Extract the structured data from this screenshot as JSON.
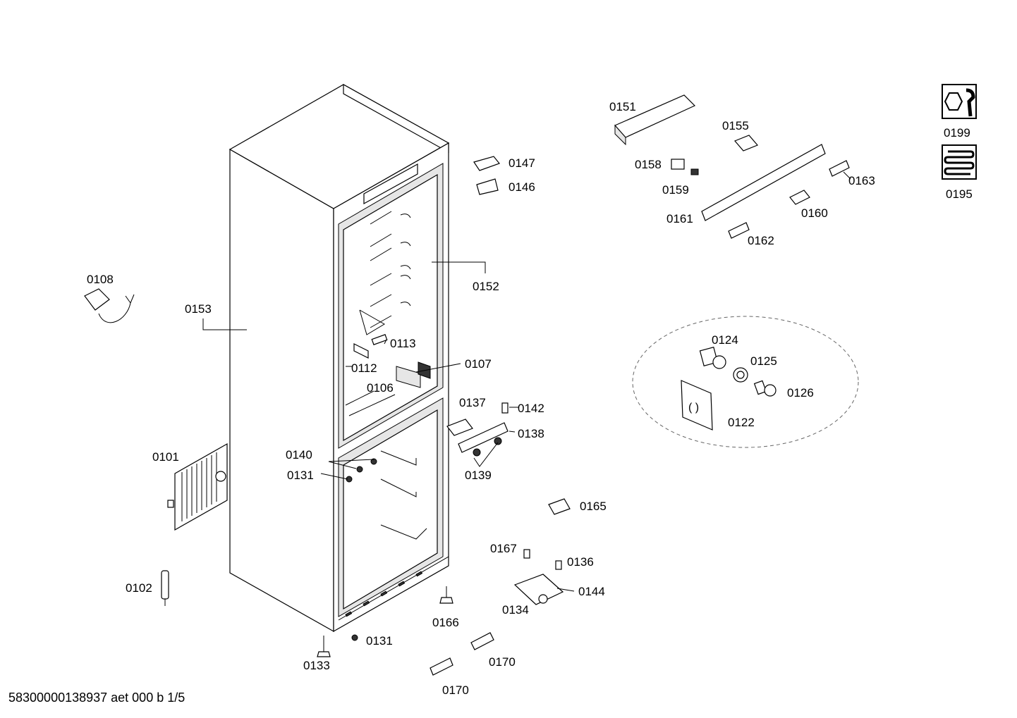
{
  "labels": {
    "p0101": "0101",
    "p0102": "0102",
    "p0106": "0106",
    "p0107": "0107",
    "p0108": "0108",
    "p0112": "0112",
    "p0113": "0113",
    "p0122": "0122",
    "p0124": "0124",
    "p0125": "0125",
    "p0126": "0126",
    "p0131a": "0131",
    "p0131b": "0131",
    "p0133": "0133",
    "p0134": "0134",
    "p0136": "0136",
    "p0137": "0137",
    "p0138": "0138",
    "p0139": "0139",
    "p0140": "0140",
    "p0142": "0142",
    "p0144": "0144",
    "p0146": "0146",
    "p0147": "0147",
    "p0151": "0151",
    "p0152": "0152",
    "p0153": "0153",
    "p0155": "0155",
    "p0158": "0158",
    "p0159": "0159",
    "p0160": "0160",
    "p0161": "0161",
    "p0162": "0162",
    "p0163": "0163",
    "p0165": "0165",
    "p0166": "0166",
    "p0167": "0167",
    "p0170a": "0170",
    "p0170b": "0170",
    "p0195": "0195",
    "p0199": "0199"
  },
  "footer": "58300000138937 aet 000 b 1/5",
  "icons": {
    "tool": "hex-nut-and-wrench-icon",
    "coil": "heating-coil-icon"
  }
}
